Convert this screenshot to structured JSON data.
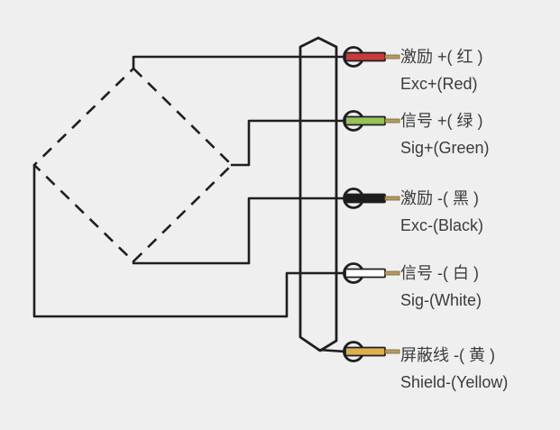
{
  "diagram": {
    "background_color": "#efefef",
    "line_color": "#1f1f1f",
    "text_color": "#3b3b3b",
    "conductor_tip_color": "#b59b60"
  },
  "bridge": {
    "icon": "wheatstone-bridge-dashed-diamond"
  },
  "cable": {
    "icon": "cable-shield-body"
  },
  "terminals": [
    {
      "id": "exc-plus",
      "label_zh": "激励 +( 红 )",
      "label_en": "Exc+(Red)",
      "wire_color_name": "red",
      "wire_color": "#c93a3c"
    },
    {
      "id": "sig-plus",
      "label_zh": "信号 +( 绿 )",
      "label_en": "Sig+(Green)",
      "wire_color_name": "green",
      "wire_color": "#98c159"
    },
    {
      "id": "exc-minus",
      "label_zh": "激励 -( 黑 )",
      "label_en": "Exc-(Black)",
      "wire_color_name": "black",
      "wire_color": "#1c1c1c"
    },
    {
      "id": "sig-minus",
      "label_zh": "信号 -( 白 )",
      "label_en": "Sig-(White)",
      "wire_color_name": "white",
      "wire_color": "#ffffff"
    },
    {
      "id": "shield",
      "label_zh": "屏蔽线 -( 黄 )",
      "label_en": "Shield-(Yellow)",
      "wire_color_name": "yellow",
      "wire_color": "#dcb04e"
    }
  ]
}
